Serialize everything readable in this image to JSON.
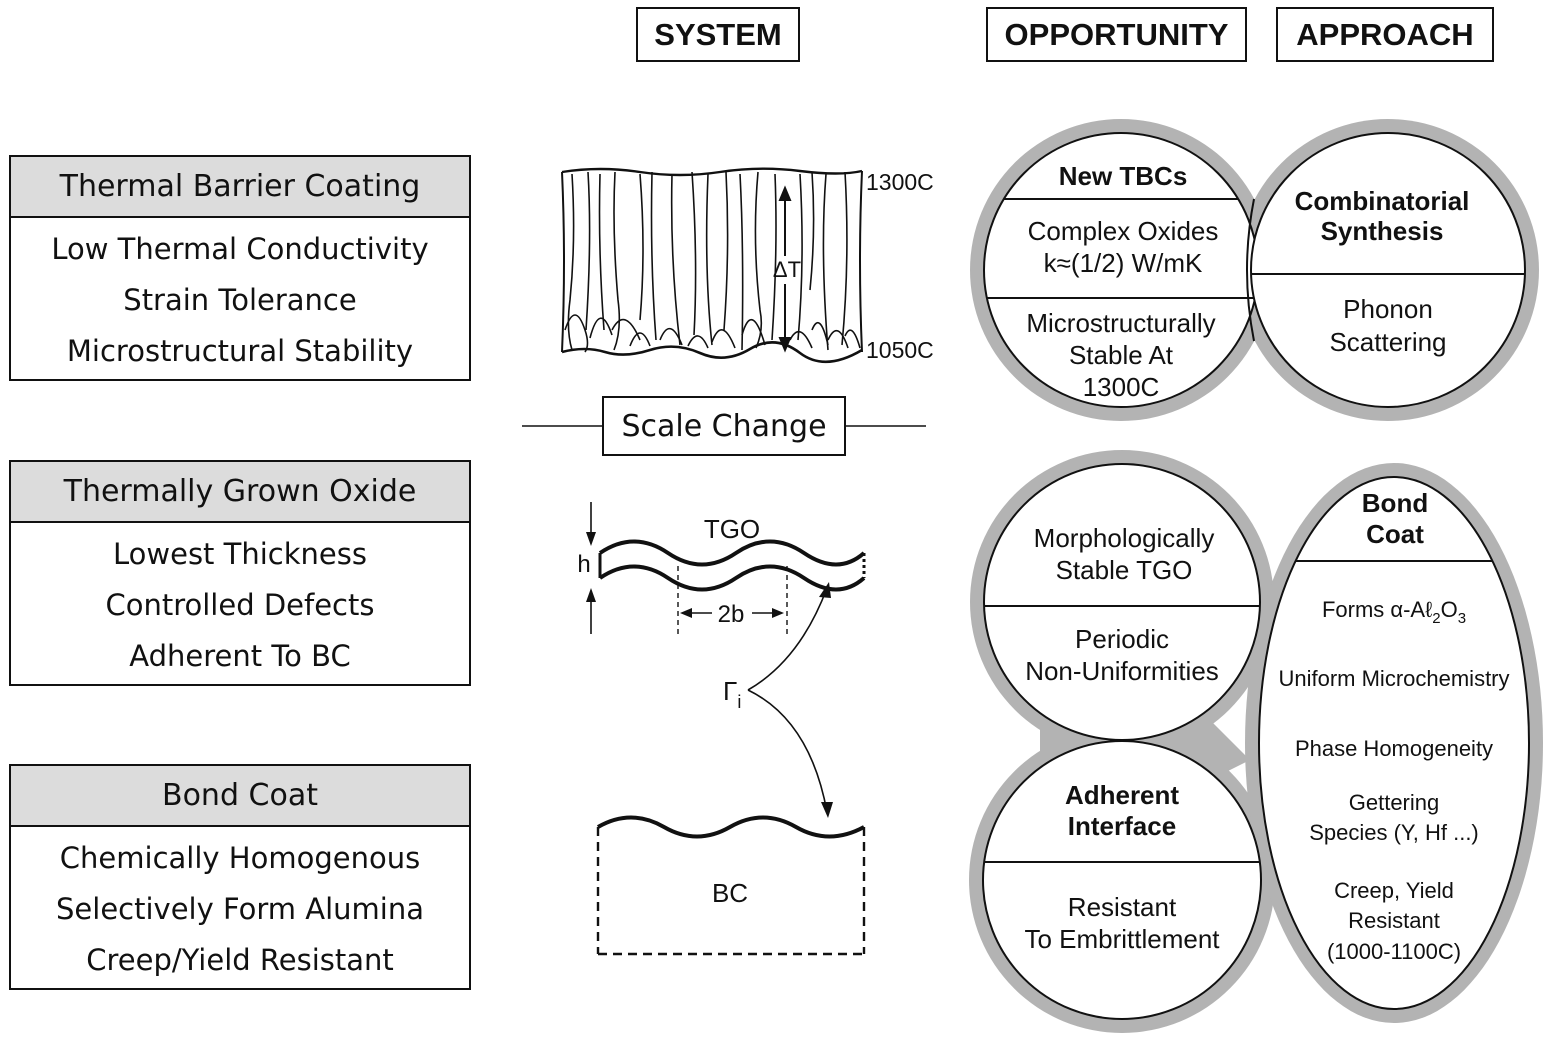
{
  "headers": {
    "system": "SYSTEM",
    "opportunity": "OPPORTUNITY",
    "approach": "APPROACH"
  },
  "layers": [
    {
      "title": "Thermal Barrier Coating",
      "items": [
        "Low Thermal Conductivity",
        "Strain Tolerance",
        "Microstructural Stability"
      ]
    },
    {
      "title": "Thermally Grown Oxide",
      "items": [
        "Lowest Thickness",
        "Controlled Defects",
        "Adherent To BC"
      ]
    },
    {
      "title": "Bond Coat",
      "items": [
        "Chemically Homogenous",
        "Selectively Form Alumina",
        "Creep/Yield Resistant"
      ]
    }
  ],
  "system": {
    "temp_top": "1300C",
    "temp_bottom": "1050C",
    "delta_t": "ΔT",
    "scale_change": "Scale Change",
    "tgo": "TGO",
    "h": "h",
    "period": "2b",
    "gamma": "Γ",
    "gamma_sub": "i",
    "bc": "BC"
  },
  "top_group": {
    "opportunity": {
      "title": "New TBCs",
      "s1": [
        "Complex Oxides",
        "k≈(1/2) W/mK"
      ],
      "s2": [
        "Microstructurally",
        "Stable At",
        "1300C"
      ]
    },
    "approach": {
      "title": [
        "Combinatorial",
        "Synthesis"
      ],
      "s1": [
        "Phonon",
        "Scattering"
      ]
    }
  },
  "bottom_group": {
    "opportunity_tgo": {
      "s1": [
        "Morphologically",
        "Stable TGO"
      ],
      "s2": [
        "Periodic",
        "Non-Uniformities"
      ]
    },
    "opportunity_interface": {
      "title": [
        "Adherent",
        "Interface"
      ],
      "s1": [
        "Resistant",
        "To Embrittlement"
      ]
    },
    "approach": {
      "title": [
        "Bond",
        "Coat"
      ],
      "forms_prefix": "Forms  α-Aℓ",
      "forms_sub1": "2",
      "forms_mid": "O",
      "forms_sub2": "3",
      "items": [
        "Uniform Microchemistry",
        "Phase Homogeneity"
      ],
      "gettering": [
        "Gettering",
        "Species  (Y, Hf ...)"
      ],
      "creep": [
        "Creep, Yield",
        "Resistant",
        "(1000-1100C)"
      ]
    }
  }
}
